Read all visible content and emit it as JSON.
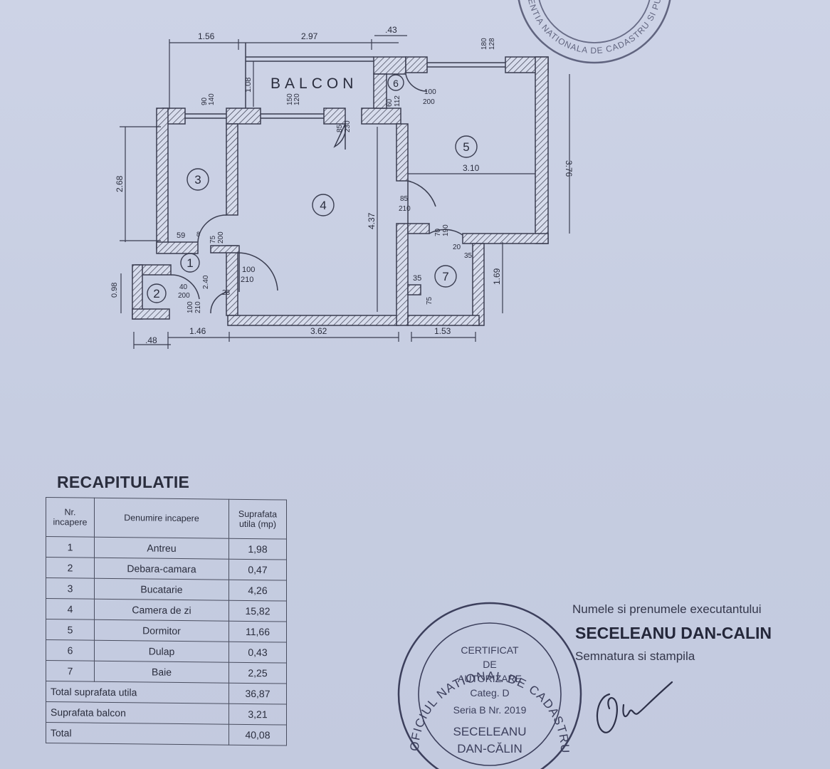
{
  "plan": {
    "balcony_label": "BALCON",
    "dims": {
      "top_1": "1.56",
      "top_2": "2.97",
      "top_3": ".43",
      "top_4a": "180",
      "top_4b": "128",
      "left_268": "2.68",
      "left_98": "0.98",
      "bot_48": ".48",
      "bot_146": "1.46",
      "bot_362": "3.62",
      "bot_153": "1.53",
      "right_376": "3.76",
      "right_169": "1.69",
      "mid_310": "3.10",
      "mid_437": "4.37",
      "bal_108": "1.08",
      "w90a": "90",
      "w90b": "140",
      "w150a": "150",
      "w150b": "120",
      "d85a": "85",
      "d85b": "230",
      "d85c": "85",
      "d85d": "210",
      "d100a": "100",
      "d100b": "200",
      "d100c": "100",
      "d100d": "210",
      "d75a": "75",
      "d75b": "200",
      "d70a": "70",
      "d70b": "190",
      "d40a": "40",
      "d40b": "200",
      "d100e": "100",
      "d100f": "210",
      "n59": "59",
      "n8": "8",
      "n240": "2.40",
      "n23": "23",
      "n20": "20",
      "n35a": "35",
      "n35b": "35",
      "n75": "75",
      "n60a": "60",
      "n60b": "112"
    },
    "rooms": [
      "1",
      "2",
      "3",
      "4",
      "5",
      "6",
      "7"
    ]
  },
  "recap": {
    "title": "RECAPITULATIE",
    "header": {
      "nr": "Nr. incapere",
      "name": "Denumire incapere",
      "area": "Suprafata utila (mp)"
    },
    "rows": [
      {
        "nr": "1",
        "name": "Antreu",
        "area": "1,98"
      },
      {
        "nr": "2",
        "name": "Debara-camara",
        "area": "0,47"
      },
      {
        "nr": "3",
        "name": "Bucatarie",
        "area": "4,26"
      },
      {
        "nr": "4",
        "name": "Camera de zi",
        "area": "15,82"
      },
      {
        "nr": "5",
        "name": "Dormitor",
        "area": "11,66"
      },
      {
        "nr": "6",
        "name": "Dulap",
        "area": "0,43"
      },
      {
        "nr": "7",
        "name": "Baie",
        "area": "2,25"
      }
    ],
    "totals": [
      {
        "label": "Total suprafata utila",
        "area": "36,87"
      },
      {
        "label": "Suprafata balcon",
        "area": "3,21"
      },
      {
        "label": "Total",
        "area": "40,08"
      }
    ]
  },
  "stamp": {
    "ring_text": "OFICIUL NATIONAL DE CADASTRU, GEODEZIE ȘI CARTOGRAFIE",
    "lines": [
      "CERTIFICAT",
      "DE",
      "AUTORIZARE",
      "Categ. D",
      "Seria B Nr. 2019",
      "SECELEANU",
      "DAN-CĂLIN"
    ]
  },
  "top_stamp_text": "AGENTIA NATIONALA DE CADASTRU SI PUBLICITATE IMOBILIARA",
  "executant": {
    "label": "Numele si prenumele executantului",
    "name": "SECELEANU DAN-CALIN",
    "sign_label": "Semnatura si stampila"
  },
  "colors": {
    "paper": "#c9d0e3",
    "ink": "#2a2d3d",
    "stamp": "#3c3f5c"
  }
}
